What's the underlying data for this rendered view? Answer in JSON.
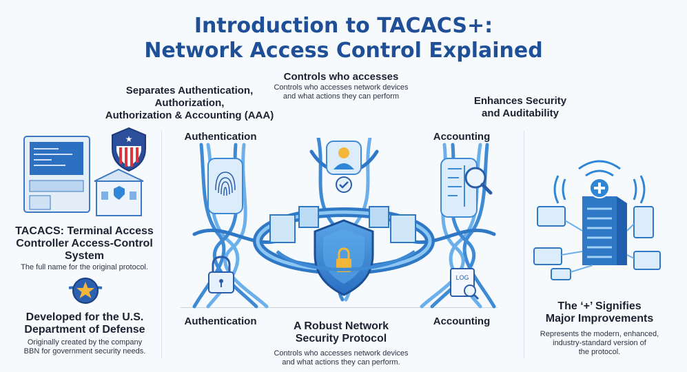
{
  "header": {
    "title_line1": "Introduction to TACACS+:",
    "title_line2": "Network Access Control Explained"
  },
  "left": {
    "tacacs_heading_line1": "TACACS: Terminal Access",
    "tacacs_heading_line2": "Controller Access-Control",
    "tacacs_heading_line3": "System",
    "tacacs_desc": "The full name for the original protocol.",
    "dod_heading_line1": "Developed for the U.S.",
    "dod_heading_line2": "Department of Defense",
    "dod_desc_line1": "Originally created by the company",
    "dod_desc_line2": "BBN for government security needs."
  },
  "center": {
    "aaa_line1": "Separates Authentication,",
    "aaa_line2": "Authorization,",
    "aaa_line3": "Authorization & Accounting (AAA)",
    "controls_heading": "Controls who accesses",
    "controls_desc_line1": "Controls who accesses network devices",
    "controls_desc_line2": "and what actions they can perform",
    "auth_top": "Authentication",
    "acct_top": "Accounting",
    "auth_bottom": "Authentication",
    "acct_bottom": "Accounting",
    "robust_line1": "A Robust Network",
    "robust_line2": "Security Protocol",
    "robust_desc_line1": "Controls who accesses network devices",
    "robust_desc_line2": "and what actions they can perform.",
    "log_label": "LOG"
  },
  "right": {
    "security_line1": "Enhances Security",
    "security_line2": "and Auditability",
    "plus_line1": "The ‘+’ Signifies",
    "plus_line2": "Major Improvements",
    "plus_desc_line1": "Represents the modern, enhanced,",
    "plus_desc_line2": "industry-standard version of",
    "plus_desc_line3": "the protocol."
  },
  "colors": {
    "title": "#1f4f96",
    "accent_blue": "#2f86d6",
    "light_blue": "#bfe0f7",
    "gold": "#f2b73a",
    "red": "#d9363e"
  }
}
